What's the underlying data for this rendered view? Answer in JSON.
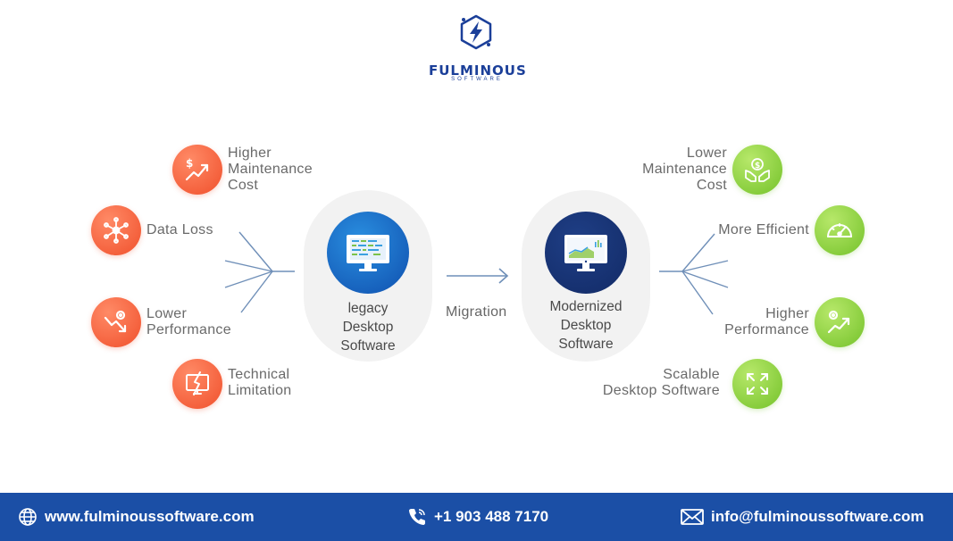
{
  "brand": {
    "name": "FULMINOUS",
    "tagline": "SOFTWARE"
  },
  "left_items": [
    {
      "lines": [
        "Higher",
        "Maintenance",
        "Cost"
      ],
      "icon": "rising-cost-icon"
    },
    {
      "lines": [
        "Data Loss"
      ],
      "icon": "network-icon"
    },
    {
      "lines": [
        "Lower",
        "Performance"
      ],
      "icon": "falling-chart-icon"
    },
    {
      "lines": [
        "Technical",
        "Limitation"
      ],
      "icon": "broken-screen-icon"
    }
  ],
  "right_items": [
    {
      "lines": [
        "Lower",
        "Maintenance",
        "Cost"
      ],
      "icon": "money-hands-icon"
    },
    {
      "lines": [
        "More Efficient"
      ],
      "icon": "speedometer-icon"
    },
    {
      "lines": [
        "Higher",
        "Performance"
      ],
      "icon": "rising-chart-icon"
    },
    {
      "lines": [
        "Scalable",
        "Desktop Software"
      ],
      "icon": "expand-arrows-icon"
    }
  ],
  "legacy": {
    "lines": [
      "legacy",
      "Desktop",
      "Software"
    ],
    "icon": "legacy-monitor-icon"
  },
  "modern": {
    "lines": [
      "Modernized",
      "Desktop",
      "Software"
    ],
    "icon": "modern-monitor-icon"
  },
  "migration_label": "Migration",
  "footer": {
    "website": "www.fulminoussoftware.com",
    "phone": "+1 903 488 7170",
    "email": "info@fulminoussoftware.com"
  },
  "colors": {
    "orange": "#f0502c",
    "green": "#74c22a",
    "footer_blue": "#1b4fa6",
    "brand_blue": "#1b3f99"
  }
}
